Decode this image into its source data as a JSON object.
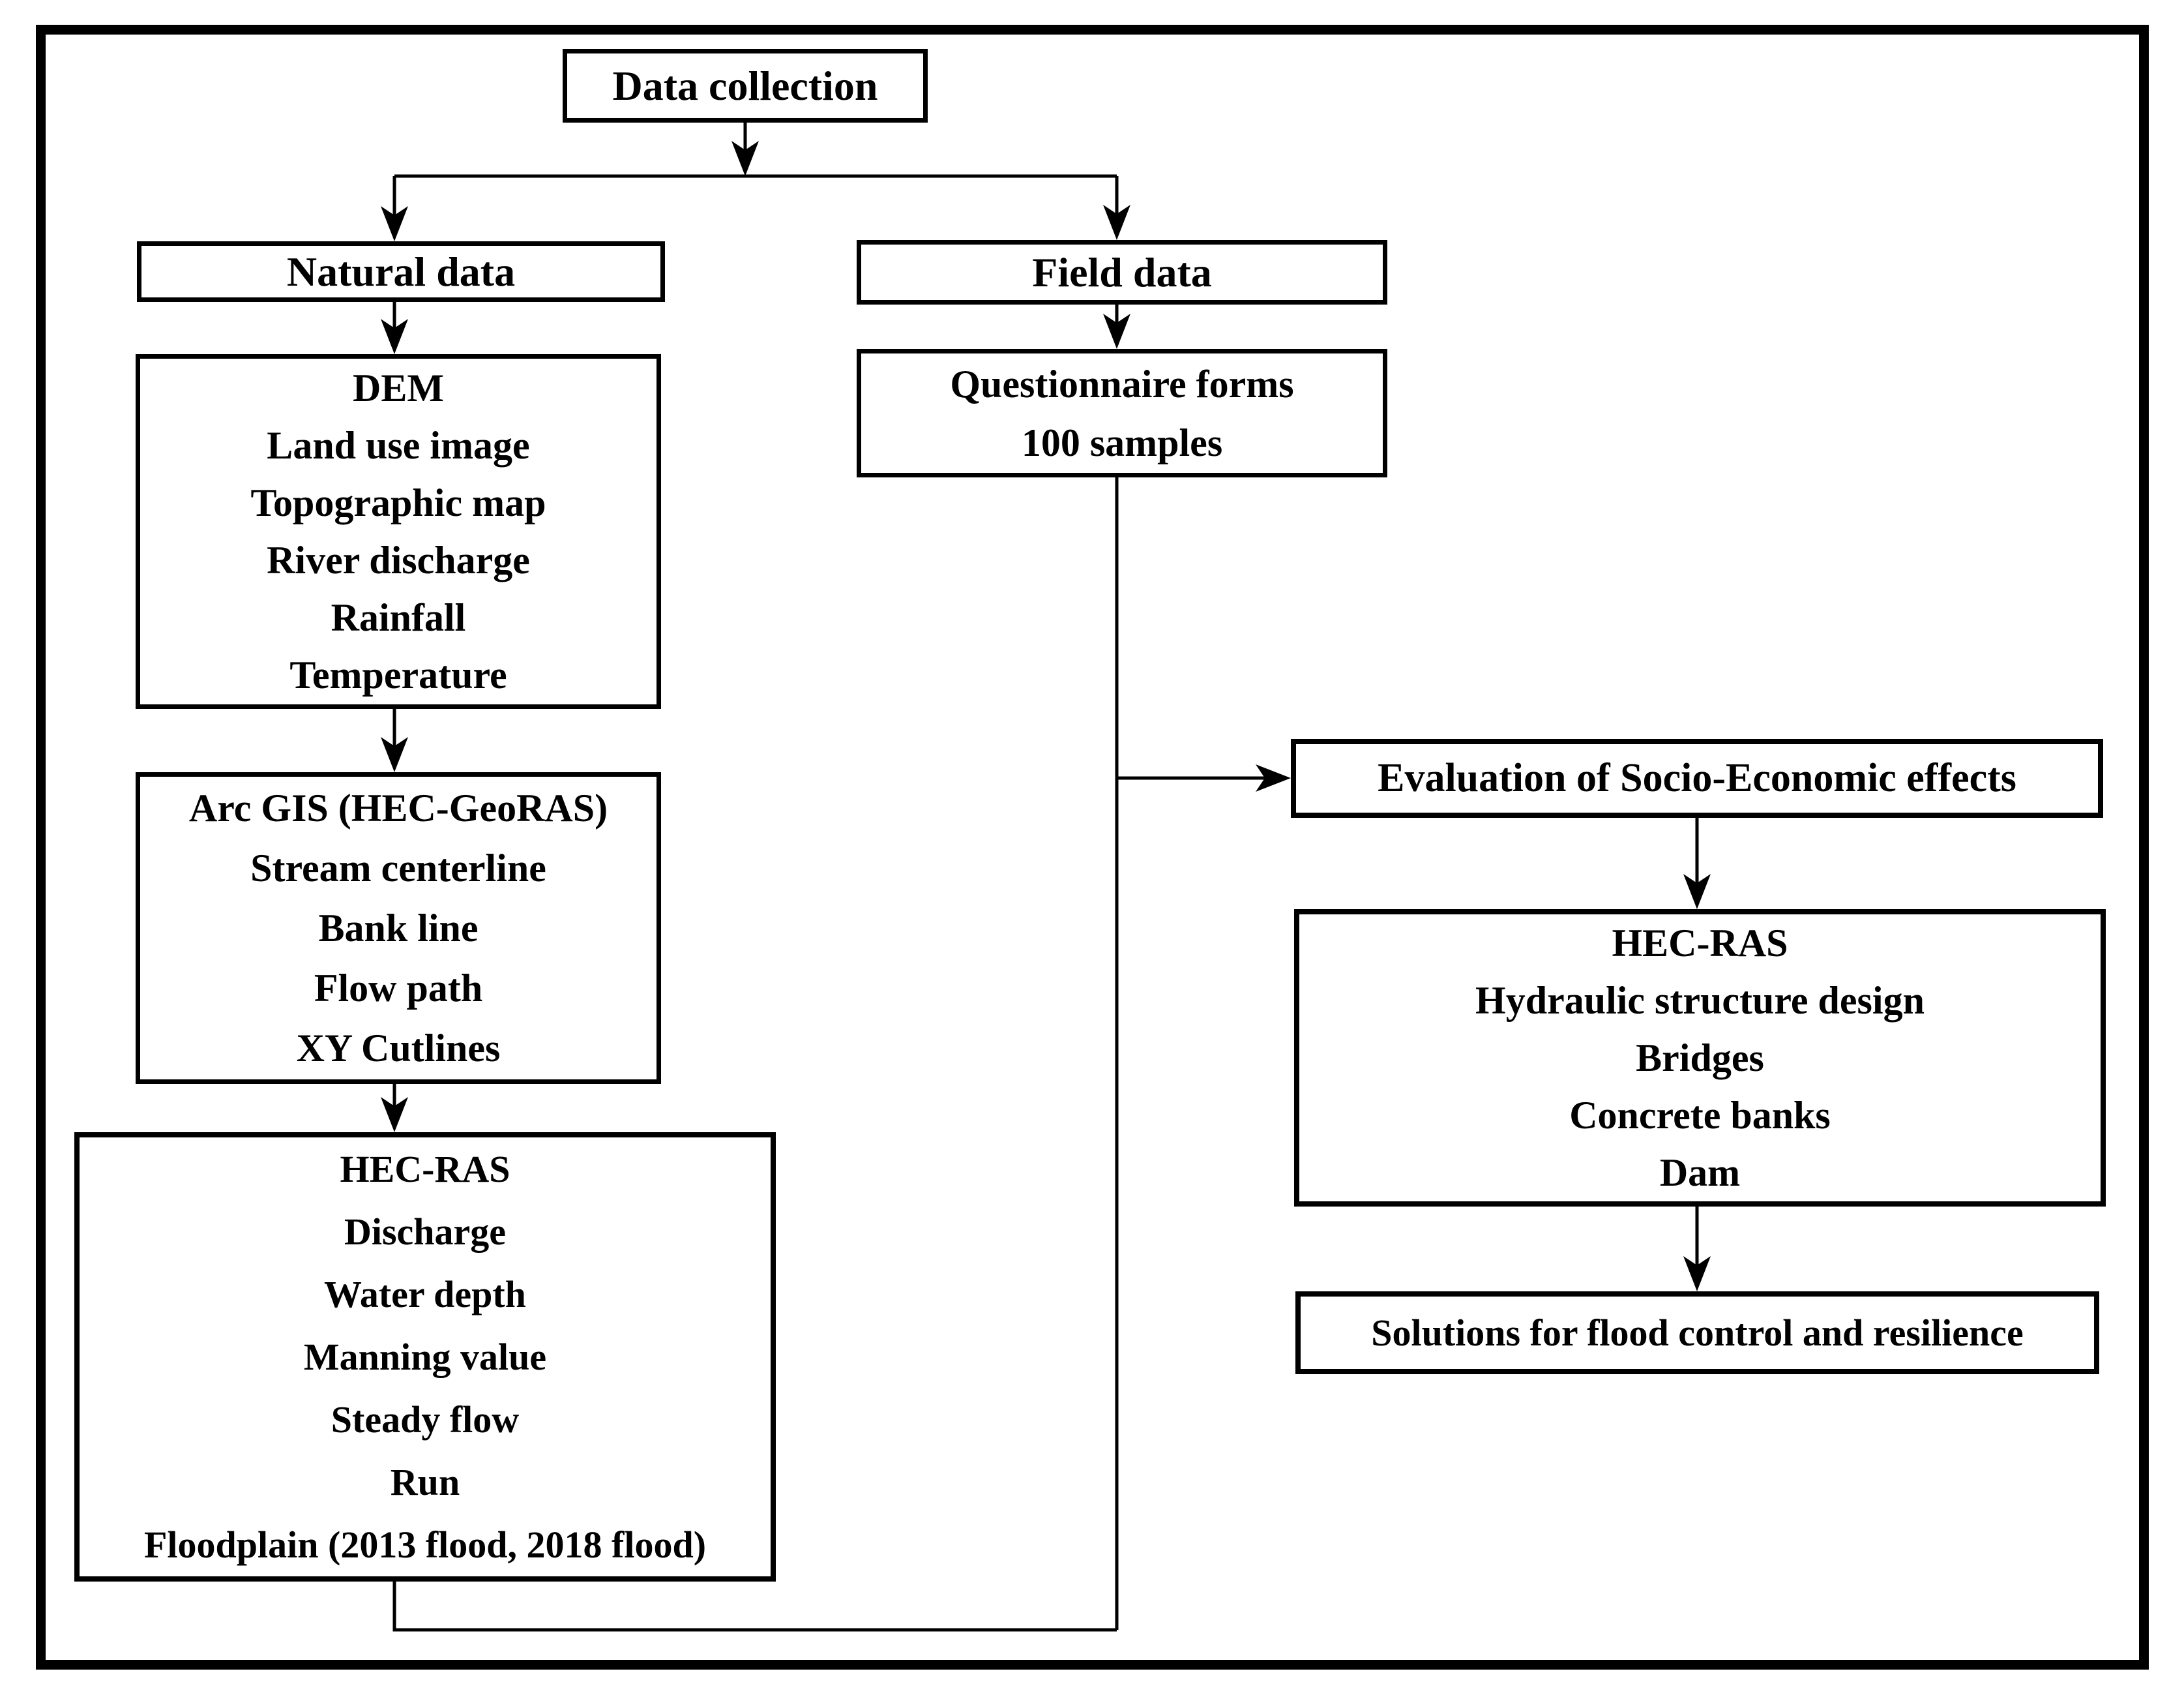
{
  "diagram_type": "flowchart",
  "colors": {
    "ink": "#000000",
    "background": "#ffffff",
    "box_fill": "#ffffff"
  },
  "nodes": {
    "data_collection": {
      "lines": [
        "Data collection"
      ]
    },
    "natural_data": {
      "lines": [
        "Natural data"
      ]
    },
    "field_data": {
      "lines": [
        "Field data"
      ]
    },
    "natural_inputs": {
      "lines": [
        "DEM",
        "Land use image",
        "Topographic map",
        "River discharge",
        "Rainfall",
        "Temperature"
      ]
    },
    "questionnaire": {
      "lines": [
        "Questionnaire forms",
        "100 samples"
      ]
    },
    "arc_gis": {
      "lines": [
        "Arc GIS (HEC-GeoRAS)",
        "Stream centerline",
        "Bank line",
        "Flow path",
        "XY Cutlines"
      ]
    },
    "hec_ras_model": {
      "lines": [
        "HEC-RAS",
        "Discharge",
        "Water depth",
        "Manning value",
        "Steady flow",
        "Run",
        "Floodplain (2013 flood, 2018 flood)"
      ]
    },
    "evaluation": {
      "lines": [
        "Evaluation of Socio-Economic effects"
      ]
    },
    "hec_ras_design": {
      "lines": [
        "HEC-RAS",
        "Hydraulic structure design",
        "Bridges",
        "Concrete banks",
        "Dam"
      ]
    },
    "solutions": {
      "lines": [
        "Solutions for flood control and resilience"
      ]
    }
  },
  "edges": [
    {
      "from": "data_collection",
      "to": "natural_data"
    },
    {
      "from": "data_collection",
      "to": "field_data"
    },
    {
      "from": "natural_data",
      "to": "natural_inputs"
    },
    {
      "from": "natural_inputs",
      "to": "arc_gis"
    },
    {
      "from": "arc_gis",
      "to": "hec_ras_model"
    },
    {
      "from": "field_data",
      "to": "questionnaire"
    },
    {
      "from": "questionnaire",
      "to": "evaluation"
    },
    {
      "from": "hec_ras_model",
      "to": "evaluation"
    },
    {
      "from": "evaluation",
      "to": "hec_ras_design"
    },
    {
      "from": "hec_ras_design",
      "to": "solutions"
    }
  ]
}
